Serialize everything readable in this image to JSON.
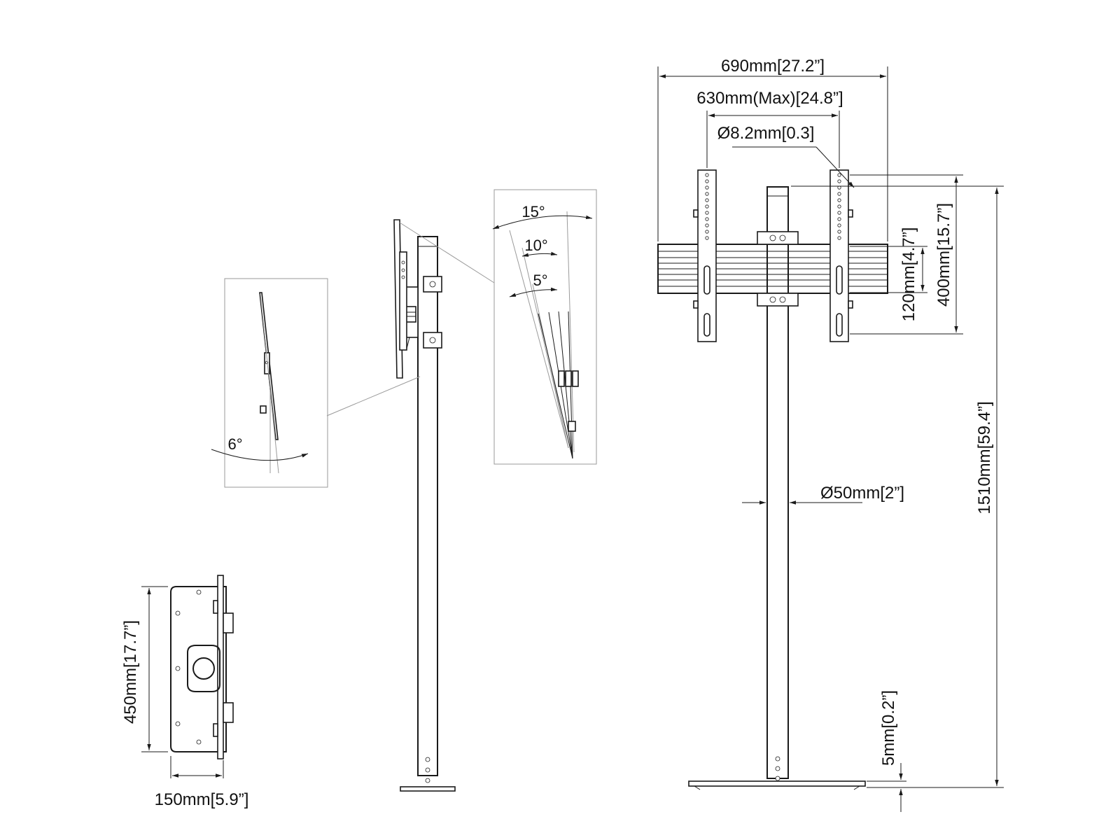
{
  "dimensions": {
    "width_overall": "690mm[27.2”]",
    "width_max": "630mm(Max)[24.8”]",
    "hole_dia": "Ø8.2mm[0.3]",
    "height_400": "400mm[15.7”]",
    "height_120": "120mm[4.7”]",
    "height_total": "1510mm[59.4”]",
    "pole_dia": "Ø50mm[2”]",
    "base_thickness": "5mm[0.2”]",
    "plate_height": "450mm[17.7”]",
    "plate_width": "150mm[5.9”]"
  },
  "angles": {
    "tilt_back": "6°",
    "tilt_15": "15°",
    "tilt_10": "10°",
    "tilt_5": "5°"
  }
}
